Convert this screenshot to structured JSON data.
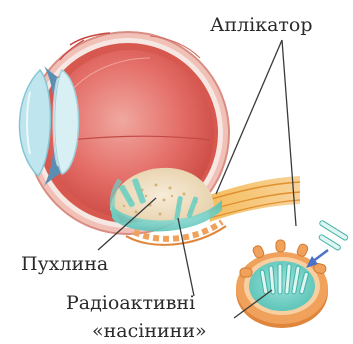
{
  "labels": {
    "applicator": "Аплікатор",
    "tumor": "Пухлина",
    "radioactive": "Радіоактивні",
    "seeds": "«насінини»"
  },
  "colors": {
    "eye_white": "#f7e7e3",
    "eye_wall_outer": "#e59a8f",
    "choroid": "#c9453d",
    "vitreous": "#e46d67",
    "cornea": "#bfe6ee",
    "lens": "#d8eff3",
    "nerve": "#f3b24c",
    "applicator_teal": "#66cfc3",
    "applicator_orange": "#f0a15b",
    "leader_line": "#3a3a3a"
  }
}
